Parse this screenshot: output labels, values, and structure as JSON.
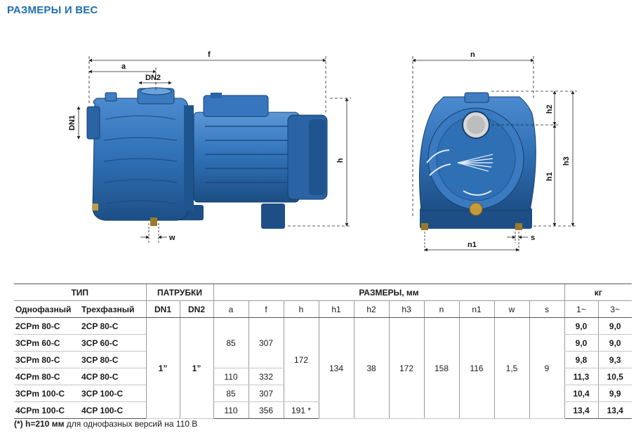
{
  "title": "РАЗМЕРЫ И ВЕС",
  "drawing_labels": {
    "f": "f",
    "a": "a",
    "dn2": "DN2",
    "dn1": "DN1",
    "h": "h",
    "w": "w",
    "n": "n",
    "h2": "h2",
    "h3": "h3",
    "h1": "h1",
    "s": "s",
    "n1": "n1"
  },
  "table": {
    "group_headers": {
      "type": "ТИП",
      "ports": "ПАТРУБКИ",
      "dims": "РАЗМЕРЫ, мм",
      "weight": "кг"
    },
    "sub_headers": {
      "single": "Однофазный",
      "three": "Трехфазный",
      "dn1": "DN1",
      "dn2": "DN2",
      "a": "a",
      "f": "f",
      "h": "h",
      "h1": "h1",
      "h2": "h2",
      "h3": "h3",
      "n": "n",
      "n1": "n1",
      "w": "w",
      "s": "s",
      "w1": "1~",
      "w3": "3~"
    },
    "rows": [
      {
        "single": "2CPm 80-C",
        "three": "2CP 80-C",
        "kg1": "9,0",
        "kg3": "9,0"
      },
      {
        "single": "3CPm 60-C",
        "three": "3CP 60-C",
        "kg1": "9,0",
        "kg3": "9,0"
      },
      {
        "single": "3CPm 80-C",
        "three": "3CP 80-C",
        "kg1": "9,8",
        "kg3": "9,3"
      },
      {
        "single": "4CPm 80-C",
        "three": "4CP 80-C",
        "kg1": "11,3",
        "kg3": "10,5"
      },
      {
        "single": "3CPm 100-C",
        "three": "3CP 100-C",
        "kg1": "10,4",
        "kg3": "9,9"
      },
      {
        "single": "4CPm 100-C",
        "three": "4CP 100-C",
        "kg1": "13,4",
        "kg3": "13,4"
      }
    ],
    "shared": {
      "dn1": "1”",
      "dn2": "1”",
      "a_1": "85",
      "f_1": "307",
      "a_2": "110",
      "f_2": "332",
      "a_3": "85",
      "f_3": "307",
      "a_4": "110",
      "f_4": "356",
      "h_1": "172",
      "h_2": "191 *",
      "h1": "134",
      "h2": "38",
      "h3": "172",
      "n": "158",
      "n1": "116",
      "w": "1,5",
      "s": "9"
    }
  },
  "footnote": {
    "bold": "(*) h=210 мм",
    "rest": " для однофазных версий на 110 В"
  },
  "colors": {
    "title": "#1e6fb3",
    "pump_body": "#2f6fb4",
    "pump_dark": "#1d4f86"
  }
}
